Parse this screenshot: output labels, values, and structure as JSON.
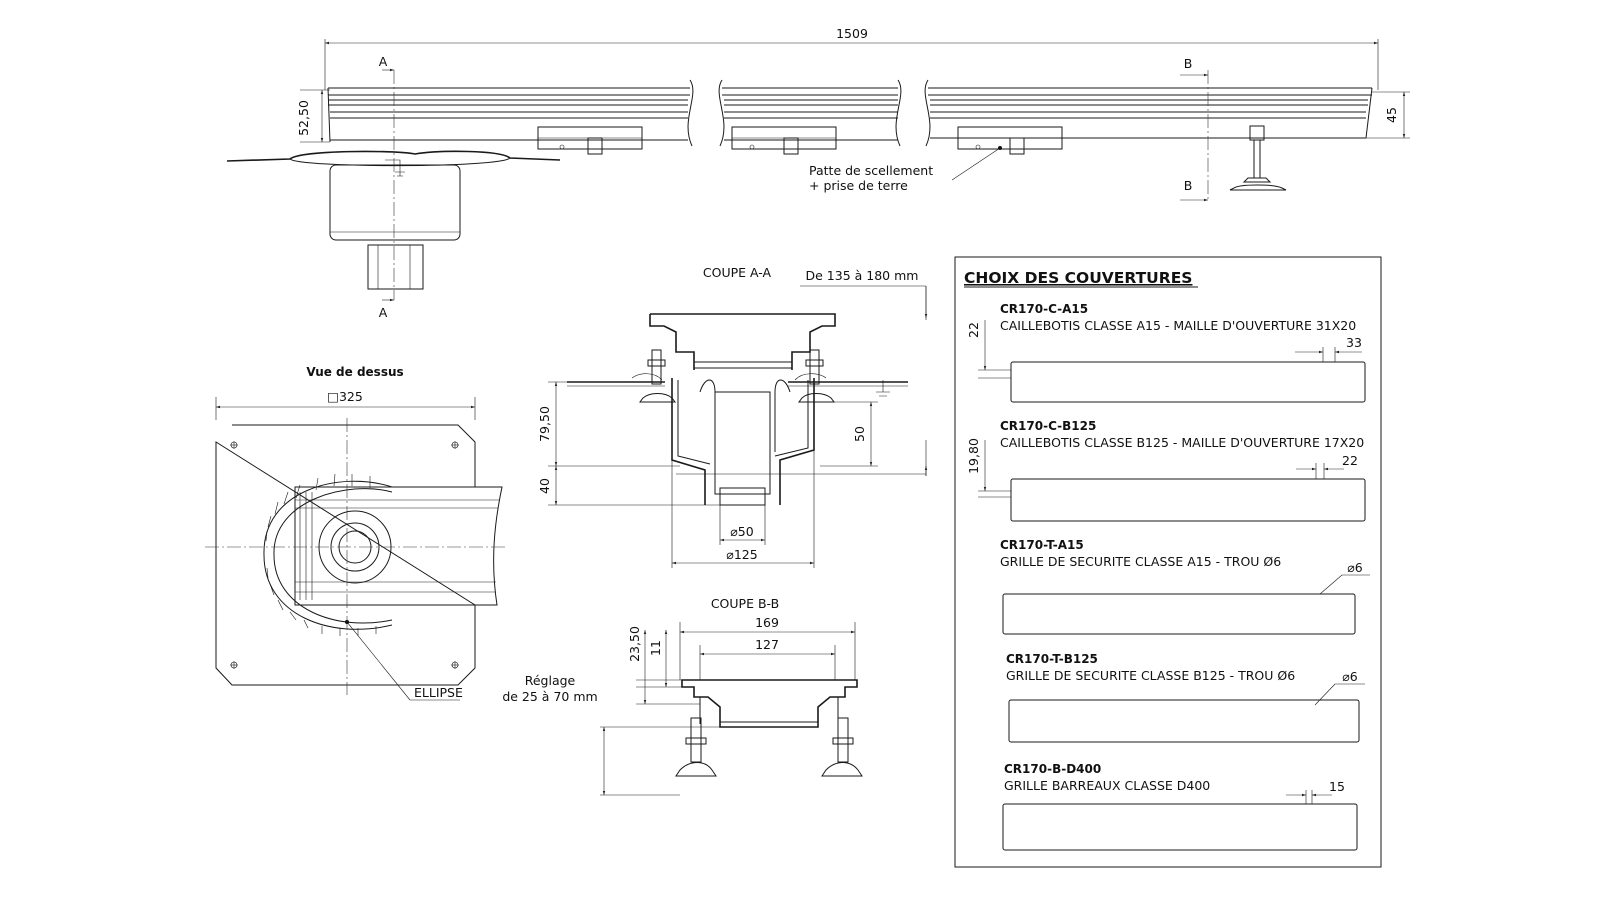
{
  "top_view": {
    "total_length": "1509",
    "height_left": "52,50",
    "height_right": "45",
    "section_a": "A",
    "section_b": "B",
    "callout_line1": "Patte de scellement",
    "callout_line2": "+ prise de terre"
  },
  "plan_view": {
    "title": "Vue de dessus",
    "size": "□325",
    "ellipse_label": "ELLIPSE"
  },
  "section_aa": {
    "title": "COUPE A-A",
    "range": "De 135 à 180 mm",
    "dim_79": "79,50",
    "dim_40": "40",
    "dim_50": "50",
    "dia_50": "⌀50",
    "dia_125": "⌀125"
  },
  "section_bb": {
    "title": "COUPE B-B",
    "dim_169": "169",
    "dim_127": "127",
    "dim_23": "23,50",
    "dim_11": "11",
    "adjust_line1": "Réglage",
    "adjust_line2": "de 25 à 70 mm"
  },
  "covers": {
    "title": "CHOIX DES COUVERTURES",
    "items": [
      {
        "code": "CR170-C-A15",
        "desc": "CAILLEBOTIS CLASSE A15 - MAILLE D'OUVERTURE 31X20",
        "dim": "33",
        "side_dim": "22"
      },
      {
        "code": "CR170-C-B125",
        "desc": "CAILLEBOTIS CLASSE B125 - MAILLE D'OUVERTURE 17X20",
        "dim": "22",
        "side_dim": "19,80"
      },
      {
        "code": "CR170-T-A15",
        "desc": "GRILLE DE SECURITE CLASSE A15 - TROU Ø6",
        "dim": "⌀6"
      },
      {
        "code": "CR170-T-B125",
        "desc": "GRILLE DE SECURITE CLASSE B125 - TROU Ø6",
        "dim": "⌀6"
      },
      {
        "code": "CR170-B-D400",
        "desc": "GRILLE BARREAUX CLASSE D400",
        "dim": "15"
      }
    ]
  }
}
